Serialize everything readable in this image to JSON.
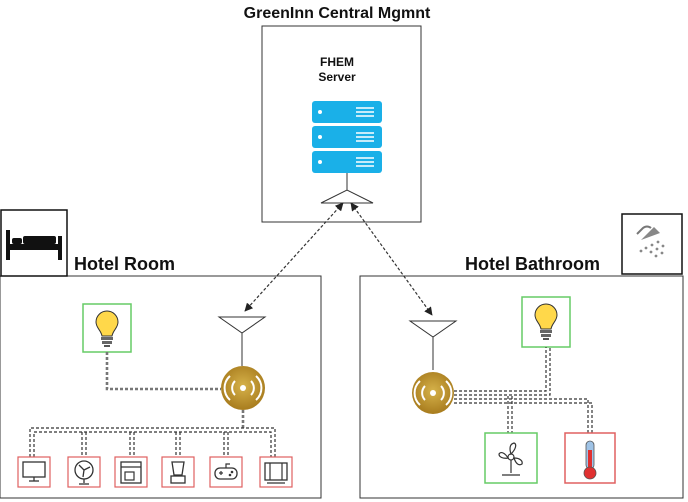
{
  "central": {
    "title": "GreenInn Central Mgmnt",
    "server_label_line1": "FHEM",
    "server_label_line2": "Server"
  },
  "room": {
    "title": "Hotel Room",
    "icon": "bed-icon",
    "devices": [
      "tv-icon",
      "fan-icon",
      "coffee-machine-icon",
      "blender-icon",
      "game-controller-icon",
      "radio-icon"
    ]
  },
  "bathroom": {
    "title": "Hotel Bathroom",
    "icon": "shower-icon",
    "devices": [
      "fan-icon",
      "thermometer-icon"
    ]
  },
  "colors": {
    "server": "#1ab0e8",
    "gateway": "#b8902c",
    "green_frame": "#66cc66",
    "red_frame": "#e06060"
  }
}
